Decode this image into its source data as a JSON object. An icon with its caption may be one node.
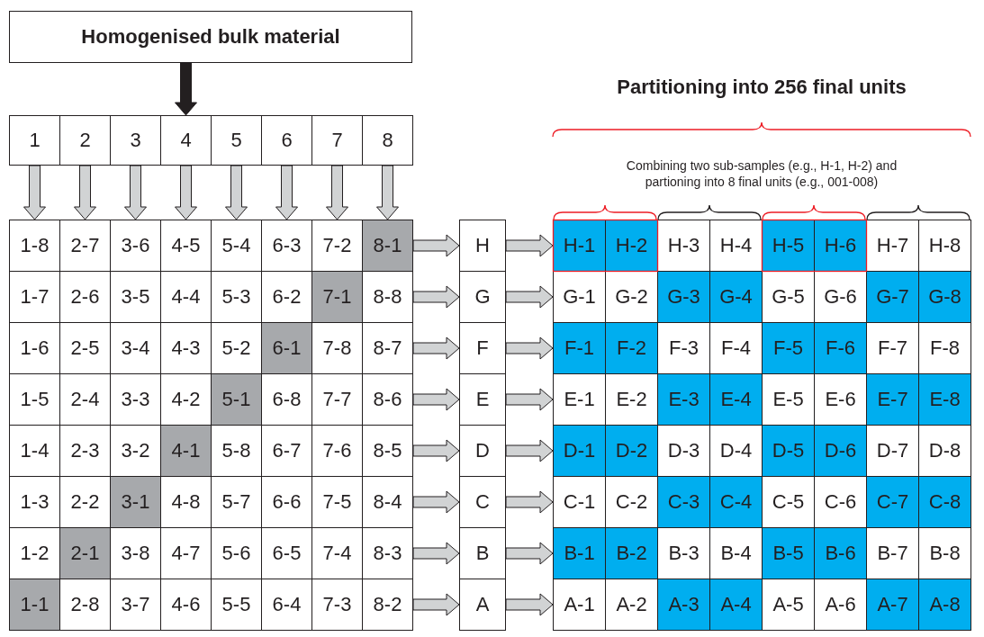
{
  "diagram": {
    "nodes": [
      {
        "text": [
          "Homogenised bulk material"
        ]
      },
      {
        "text": [
          "1"
        ]
      },
      {
        "text": [
          "2"
        ]
      },
      {
        "text": [
          "3"
        ]
      },
      {
        "text": [
          "4"
        ]
      },
      {
        "text": [
          "5"
        ]
      },
      {
        "text": [
          "6"
        ]
      },
      {
        "text": [
          "7"
        ]
      },
      {
        "text": [
          "8"
        ]
      },
      {
        "text": [
          "1-8"
        ]
      },
      {
        "text": [
          "2-7"
        ]
      },
      {
        "text": [
          "3-6"
        ]
      },
      {
        "text": [
          "4-5"
        ]
      },
      {
        "text": [
          "5-4"
        ]
      },
      {
        "text": [
          "6-3"
        ]
      },
      {
        "text": [
          "7-2"
        ]
      },
      {
        "text": [
          "8-1"
        ]
      },
      {
        "text": [
          "1-7"
        ]
      },
      {
        "text": [
          "2-6"
        ]
      },
      {
        "text": [
          "3-5"
        ]
      },
      {
        "text": [
          "4-4"
        ]
      },
      {
        "text": [
          "5-3"
        ]
      },
      {
        "text": [
          "6-2"
        ]
      },
      {
        "text": [
          "7-1"
        ]
      },
      {
        "text": [
          "8-8"
        ]
      },
      {
        "text": [
          "1-6"
        ]
      },
      {
        "text": [
          "2-5"
        ]
      },
      {
        "text": [
          "3-4"
        ]
      },
      {
        "text": [
          "4-3"
        ]
      },
      {
        "text": [
          "5-2"
        ]
      },
      {
        "text": [
          "6-1"
        ]
      },
      {
        "text": [
          "7-8"
        ]
      },
      {
        "text": [
          "8-7"
        ]
      },
      {
        "text": [
          "1-5"
        ]
      },
      {
        "text": [
          "2-4"
        ]
      },
      {
        "text": [
          "3-3"
        ]
      },
      {
        "text": [
          "4-2"
        ]
      },
      {
        "text": [
          "5-1"
        ]
      },
      {
        "text": [
          "6-8"
        ]
      },
      {
        "text": [
          "7-7"
        ]
      },
      {
        "text": [
          "8-6"
        ]
      },
      {
        "text": [
          "1-4"
        ]
      },
      {
        "text": [
          "2-3"
        ]
      },
      {
        "text": [
          "3-2"
        ]
      },
      {
        "text": [
          "4-1"
        ]
      },
      {
        "text": [
          "5-8"
        ]
      },
      {
        "text": [
          "6-7"
        ]
      },
      {
        "text": [
          "7-6"
        ]
      },
      {
        "text": [
          "8-5"
        ]
      },
      {
        "text": [
          "1-3"
        ]
      },
      {
        "text": [
          "2-2"
        ]
      },
      {
        "text": [
          "3-1"
        ]
      },
      {
        "text": [
          "4-8"
        ]
      },
      {
        "text": [
          "5-7"
        ]
      },
      {
        "text": [
          "6-6"
        ]
      },
      {
        "text": [
          "7-5"
        ]
      },
      {
        "text": [
          "8-4"
        ]
      },
      {
        "text": [
          "1-2"
        ]
      },
      {
        "text": [
          "2-1"
        ]
      },
      {
        "text": [
          "3-8"
        ]
      },
      {
        "text": [
          "4-7"
        ]
      },
      {
        "text": [
          "5-6"
        ]
      },
      {
        "text": [
          "6-5"
        ]
      },
      {
        "text": [
          "7-4"
        ]
      },
      {
        "text": [
          "8-3"
        ]
      },
      {
        "text": [
          "1-1"
        ]
      },
      {
        "text": [
          "2-8"
        ]
      },
      {
        "text": [
          "3-7"
        ]
      },
      {
        "text": [
          "4-6"
        ]
      },
      {
        "text": [
          "5-5"
        ]
      },
      {
        "text": [
          "6-4"
        ]
      },
      {
        "text": [
          "7-3"
        ]
      },
      {
        "text": [
          "8-2"
        ]
      },
      {
        "text": [
          "H"
        ]
      },
      {
        "text": [
          "G"
        ]
      },
      {
        "text": [
          "F"
        ]
      },
      {
        "text": [
          "E"
        ]
      },
      {
        "text": [
          "D"
        ]
      },
      {
        "text": [
          "C"
        ]
      },
      {
        "text": [
          "B"
        ]
      },
      {
        "text": [
          "A"
        ]
      },
      {
        "text": [
          "H-1"
        ]
      },
      {
        "text": [
          "H-2"
        ]
      },
      {
        "text": [
          "H-3"
        ]
      },
      {
        "text": [
          "H-4"
        ]
      },
      {
        "text": [
          "H-5"
        ]
      },
      {
        "text": [
          "H-6"
        ]
      },
      {
        "text": [
          "H-7"
        ]
      },
      {
        "text": [
          "H-8"
        ]
      },
      {
        "text": [
          "G-1"
        ]
      },
      {
        "text": [
          "G-2"
        ]
      },
      {
        "text": [
          "G-3"
        ]
      },
      {
        "text": [
          "G-4"
        ]
      },
      {
        "text": [
          "G-5"
        ]
      },
      {
        "text": [
          "G-6"
        ]
      },
      {
        "text": [
          "G-7"
        ]
      },
      {
        "text": [
          "G-8"
        ]
      },
      {
        "text": [
          "F-1"
        ]
      },
      {
        "text": [
          "F-2"
        ]
      },
      {
        "text": [
          "F-3"
        ]
      },
      {
        "text": [
          "F-4"
        ]
      },
      {
        "text": [
          "F-5"
        ]
      },
      {
        "text": [
          "F-6"
        ]
      },
      {
        "text": [
          "F-7"
        ]
      },
      {
        "text": [
          "F-8"
        ]
      },
      {
        "text": [
          "E-1"
        ]
      },
      {
        "text": [
          "E-2"
        ]
      },
      {
        "text": [
          "E-3"
        ]
      },
      {
        "text": [
          "E-4"
        ]
      },
      {
        "text": [
          "E-5"
        ]
      },
      {
        "text": [
          "E-6"
        ]
      },
      {
        "text": [
          "E-7"
        ]
      },
      {
        "text": [
          "E-8"
        ]
      },
      {
        "text": [
          "D-1"
        ]
      },
      {
        "text": [
          "D-2"
        ]
      },
      {
        "text": [
          "D-3"
        ]
      },
      {
        "text": [
          "D-4"
        ]
      },
      {
        "text": [
          "D-5"
        ]
      },
      {
        "text": [
          "D-6"
        ]
      },
      {
        "text": [
          "D-7"
        ]
      },
      {
        "text": [
          "D-8"
        ]
      },
      {
        "text": [
          "C-1"
        ]
      },
      {
        "text": [
          "C-2"
        ]
      },
      {
        "text": [
          "C-3"
        ]
      },
      {
        "text": [
          "C-4"
        ]
      },
      {
        "text": [
          "C-5"
        ]
      },
      {
        "text": [
          "C-6"
        ]
      },
      {
        "text": [
          "C-7"
        ]
      },
      {
        "text": [
          "C-8"
        ]
      },
      {
        "text": [
          "B-1"
        ]
      },
      {
        "text": [
          "B-2"
        ]
      },
      {
        "text": [
          "B-3"
        ]
      },
      {
        "text": [
          "B-4"
        ]
      },
      {
        "text": [
          "B-5"
        ]
      },
      {
        "text": [
          "B-6"
        ]
      },
      {
        "text": [
          "B-7"
        ]
      },
      {
        "text": [
          "B-8"
        ]
      },
      {
        "text": [
          "A-1"
        ]
      },
      {
        "text": [
          "A-2"
        ]
      },
      {
        "text": [
          "A-3"
        ]
      },
      {
        "text": [
          "A-4"
        ]
      },
      {
        "text": [
          "A-5"
        ]
      },
      {
        "text": [
          "A-6"
        ]
      },
      {
        "text": [
          "A-7"
        ]
      },
      {
        "text": [
          "A-8"
        ]
      }
    ],
    "edges": [
      {
        "from": 0,
        "to": 4,
        "arrow": "to",
        "color": "#231f20"
      },
      {
        "from": 1,
        "to": 9,
        "arrow": "to"
      },
      {
        "from": 2,
        "to": 10,
        "arrow": "to"
      },
      {
        "from": 3,
        "to": 11,
        "arrow": "to"
      },
      {
        "from": 4,
        "to": 12,
        "arrow": "to"
      },
      {
        "from": 5,
        "to": 13,
        "arrow": "to"
      },
      {
        "from": 6,
        "to": 14,
        "arrow": "to"
      },
      {
        "from": 7,
        "to": 15,
        "arrow": "to"
      },
      {
        "from": 8,
        "to": 16,
        "arrow": "to"
      },
      {
        "from": 16,
        "to": 73,
        "arrow": "to"
      },
      {
        "from": 24,
        "to": 74,
        "arrow": "to"
      },
      {
        "from": 32,
        "to": 75,
        "arrow": "to"
      },
      {
        "from": 40,
        "to": 76,
        "arrow": "to"
      },
      {
        "from": 48,
        "to": 77,
        "arrow": "to"
      },
      {
        "from": 56,
        "to": 78,
        "arrow": "to"
      },
      {
        "from": 64,
        "to": 79,
        "arrow": "to"
      },
      {
        "from": 72,
        "to": 80,
        "arrow": "to"
      },
      {
        "from": 73,
        "to": 81,
        "arrow": "to"
      },
      {
        "from": 74,
        "to": 89,
        "arrow": "to"
      },
      {
        "from": 75,
        "to": 97,
        "arrow": "to"
      },
      {
        "from": 76,
        "to": 105,
        "arrow": "to"
      },
      {
        "from": 77,
        "to": 113,
        "arrow": "to"
      },
      {
        "from": 78,
        "to": 121,
        "arrow": "to"
      },
      {
        "from": 79,
        "to": 129,
        "arrow": "to"
      },
      {
        "from": 80,
        "to": 137,
        "arrow": "to"
      }
    ],
    "labels": [
      "Partitioning into 256 final units",
      "Combining two sub-samples (e.g., H-1, H-2) and partioning into 8 final units (e.g., 001-008)"
    ]
  }
}
